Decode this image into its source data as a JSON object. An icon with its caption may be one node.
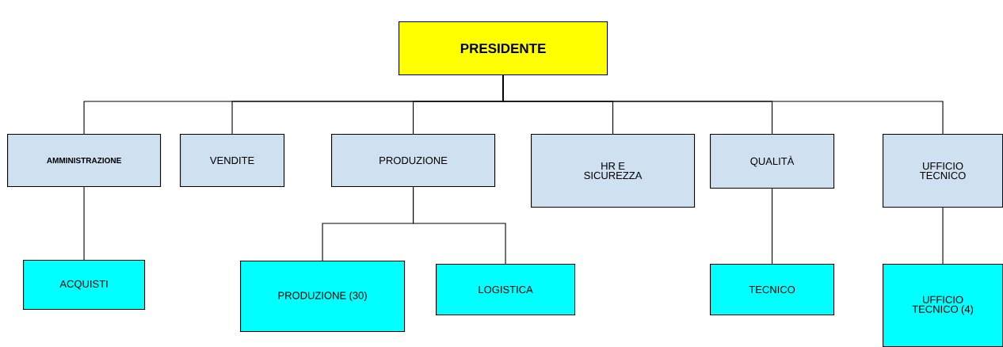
{
  "diagram": {
    "nodes": [
      {
        "text": [
          "PRESIDENTE"
        ]
      },
      {
        "text": [
          "AMMINISTRAZIONE"
        ]
      },
      {
        "text": [
          "VENDITE"
        ]
      },
      {
        "text": [
          "PRODUZIONE"
        ]
      },
      {
        "text": [
          "HR E SICUREZZA"
        ]
      },
      {
        "text": [
          "QUALITÀ"
        ]
      },
      {
        "text": [
          "UFFICIO TECNICO"
        ]
      },
      {
        "text": [
          "ACQUISTI"
        ]
      },
      {
        "text": [
          "PRODUZIONE (30)"
        ]
      },
      {
        "text": [
          "LOGISTICA"
        ]
      },
      {
        "text": [
          "TECNICO"
        ]
      },
      {
        "text": [
          "UFFICIO TECNICO (4)"
        ]
      }
    ],
    "edges": [
      {
        "from": 0,
        "to": 1,
        "arrow": "none"
      },
      {
        "from": 0,
        "to": 2,
        "arrow": "none"
      },
      {
        "from": 0,
        "to": 3,
        "arrow": "none"
      },
      {
        "from": 0,
        "to": 4,
        "arrow": "none"
      },
      {
        "from": 0,
        "to": 5,
        "arrow": "none"
      },
      {
        "from": 0,
        "to": 6,
        "arrow": "none"
      },
      {
        "from": 1,
        "to": 7,
        "arrow": "none"
      },
      {
        "from": 3,
        "to": 8,
        "arrow": "none"
      },
      {
        "from": 3,
        "to": 9,
        "arrow": "none"
      },
      {
        "from": 5,
        "to": 10,
        "arrow": "none"
      },
      {
        "from": 6,
        "to": 11,
        "arrow": "none"
      }
    ]
  }
}
